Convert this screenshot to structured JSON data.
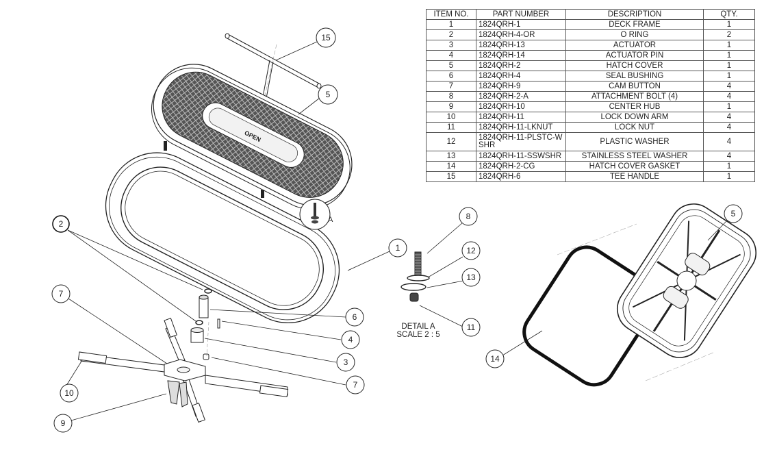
{
  "bom": {
    "headers": {
      "item": "ITEM NO.",
      "part": "PART NUMBER",
      "description": "DESCRIPTION",
      "qty": "QTY."
    },
    "rows": [
      {
        "item": "1",
        "part": "1824QRH-1",
        "description": "DECK FRAME",
        "qty": "1"
      },
      {
        "item": "2",
        "part": "1824QRH-4-OR",
        "description": "O RING",
        "qty": "2"
      },
      {
        "item": "3",
        "part": "1824QRH-13",
        "description": "ACTUATOR",
        "qty": "1"
      },
      {
        "item": "4",
        "part": "1824QRH-14",
        "description": "ACTUATOR PIN",
        "qty": "1"
      },
      {
        "item": "5",
        "part": "1824QRH-2",
        "description": "HATCH COVER",
        "qty": "1"
      },
      {
        "item": "6",
        "part": "1824QRH-4",
        "description": "SEAL BUSHING",
        "qty": "1"
      },
      {
        "item": "7",
        "part": "1824QRH-9",
        "description": "CAM BUTTON",
        "qty": "4"
      },
      {
        "item": "8",
        "part": "1824QRH-2-A",
        "description": "ATTACHMENT BOLT (4)",
        "qty": "4"
      },
      {
        "item": "9",
        "part": "1824QRH-10",
        "description": "CENTER HUB",
        "qty": "1"
      },
      {
        "item": "10",
        "part": "1824QRH-11",
        "description": "LOCK DOWN ARM",
        "qty": "4"
      },
      {
        "item": "11",
        "part": "1824QRH-11-LKNUT",
        "description": "LOCK NUT",
        "qty": "4"
      },
      {
        "item": "12",
        "part": "1824QRH-11-PLSTC-WSHR",
        "description": "PLASTIC WASHER",
        "qty": "4"
      },
      {
        "item": "13",
        "part": "1824QRH-11-SSWSHR",
        "description": "STAINLESS STEEL WASHER",
        "qty": "4"
      },
      {
        "item": "14",
        "part": "1824QRH-2-CG",
        "description": "HATCH COVER GASKET",
        "qty": "1"
      },
      {
        "item": "15",
        "part": "1824QRH-6",
        "description": "TEE HANDLE",
        "qty": "1"
      }
    ]
  },
  "balloons": [
    {
      "label": "15",
      "part": "tee-handle"
    },
    {
      "label": "5",
      "part": "hatch-cover"
    },
    {
      "label": "1",
      "part": "deck-frame"
    },
    {
      "label": "2",
      "part": "o-ring"
    },
    {
      "label": "7",
      "part": "cam-button"
    },
    {
      "label": "6",
      "part": "seal-bushing"
    },
    {
      "label": "4",
      "part": "actuator-pin"
    },
    {
      "label": "3",
      "part": "actuator"
    },
    {
      "label": "7",
      "part": "cam-button"
    },
    {
      "label": "10",
      "part": "lock-down-arm"
    },
    {
      "label": "9",
      "part": "center-hub"
    },
    {
      "label": "8",
      "part": "attachment-bolt"
    },
    {
      "label": "12",
      "part": "plastic-washer"
    },
    {
      "label": "13",
      "part": "stainless-steel-washer"
    },
    {
      "label": "11",
      "part": "lock-nut"
    },
    {
      "label": "5",
      "part": "hatch-cover-underside"
    },
    {
      "label": "14",
      "part": "hatch-cover-gasket"
    }
  ],
  "detail": {
    "callout_letter": "A",
    "title": "DETAIL A",
    "scale": "SCALE 2 : 5"
  },
  "hatch_cover_text": "OPEN"
}
